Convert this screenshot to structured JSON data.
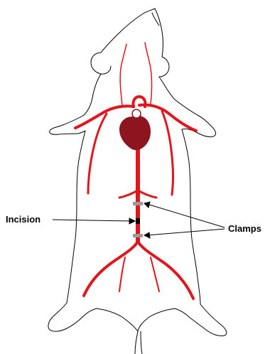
{
  "labels": {
    "incision": "Incision",
    "clamps": "Clamps"
  },
  "colors": {
    "artery": "#e3141b",
    "heart": "#8e1420",
    "clamp": "#9a9a9a",
    "incision_mark": "#000000",
    "outline": "#000000",
    "background": "#ffffff"
  },
  "parts": [
    "body-outline",
    "heart",
    "arterial-tree",
    "aorta",
    "clamp-upper",
    "clamp-lower",
    "incision-mark"
  ]
}
